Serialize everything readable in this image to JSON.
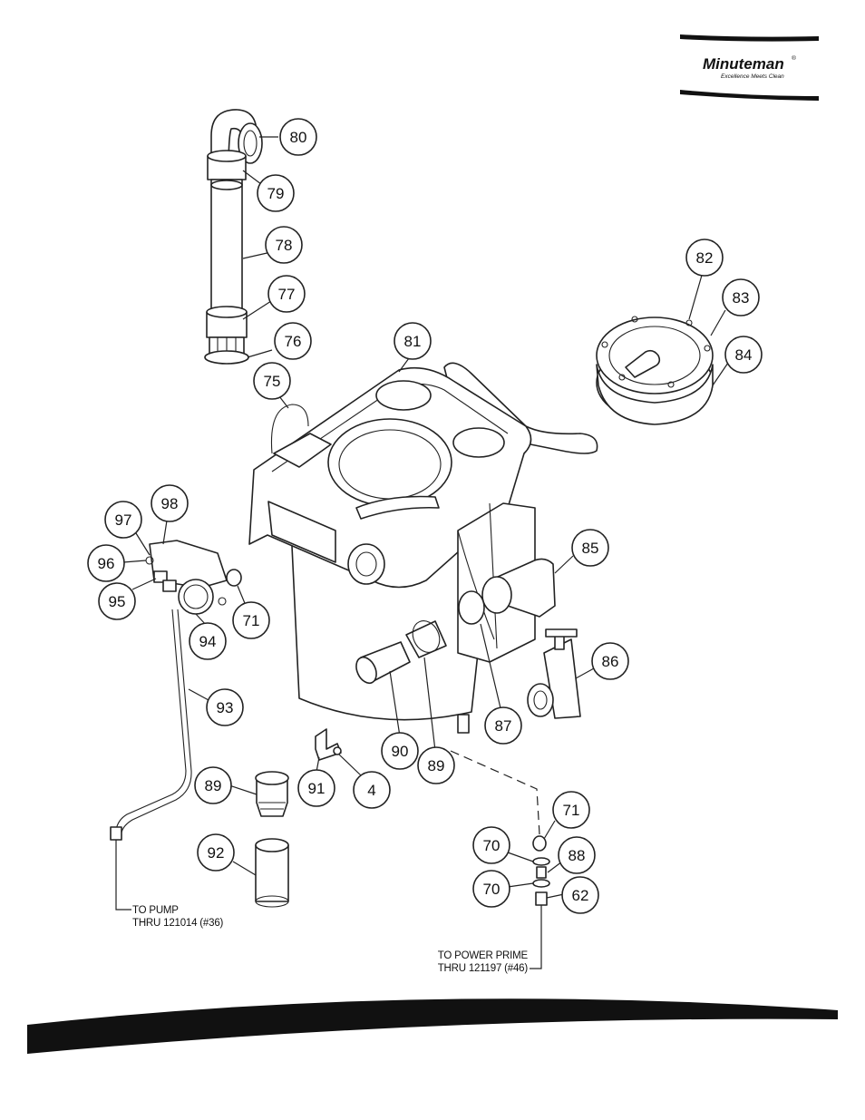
{
  "brand": {
    "name": "Minuteman",
    "trademark": "®",
    "tagline": "Excellence Meets Clean"
  },
  "callouts": {
    "c80": "80",
    "c79": "79",
    "c78": "78",
    "c77": "77",
    "c76": "76",
    "c75": "75",
    "c81": "81",
    "c82": "82",
    "c83": "83",
    "c84": "84",
    "c85": "85",
    "c86": "86",
    "c87": "87",
    "c89a": "89",
    "c90": "90",
    "c91": "91",
    "c4": "4",
    "c89b": "89",
    "c92": "92",
    "c93": "93",
    "c94": "94",
    "c95": "95",
    "c96": "96",
    "c97": "97",
    "c98": "98",
    "c71a": "71",
    "c71b": "71",
    "c70a": "70",
    "c88": "88",
    "c70b": "70",
    "c62": "62"
  },
  "notes": {
    "pump_line1": "TO PUMP",
    "pump_line2": "THRU 121014 (#36)",
    "prime_line1": "TO POWER PRIME",
    "prime_line2": "THRU 121197 (#46)"
  },
  "colors": {
    "ink": "#222222",
    "band": "#111111",
    "paper": "#ffffff"
  }
}
